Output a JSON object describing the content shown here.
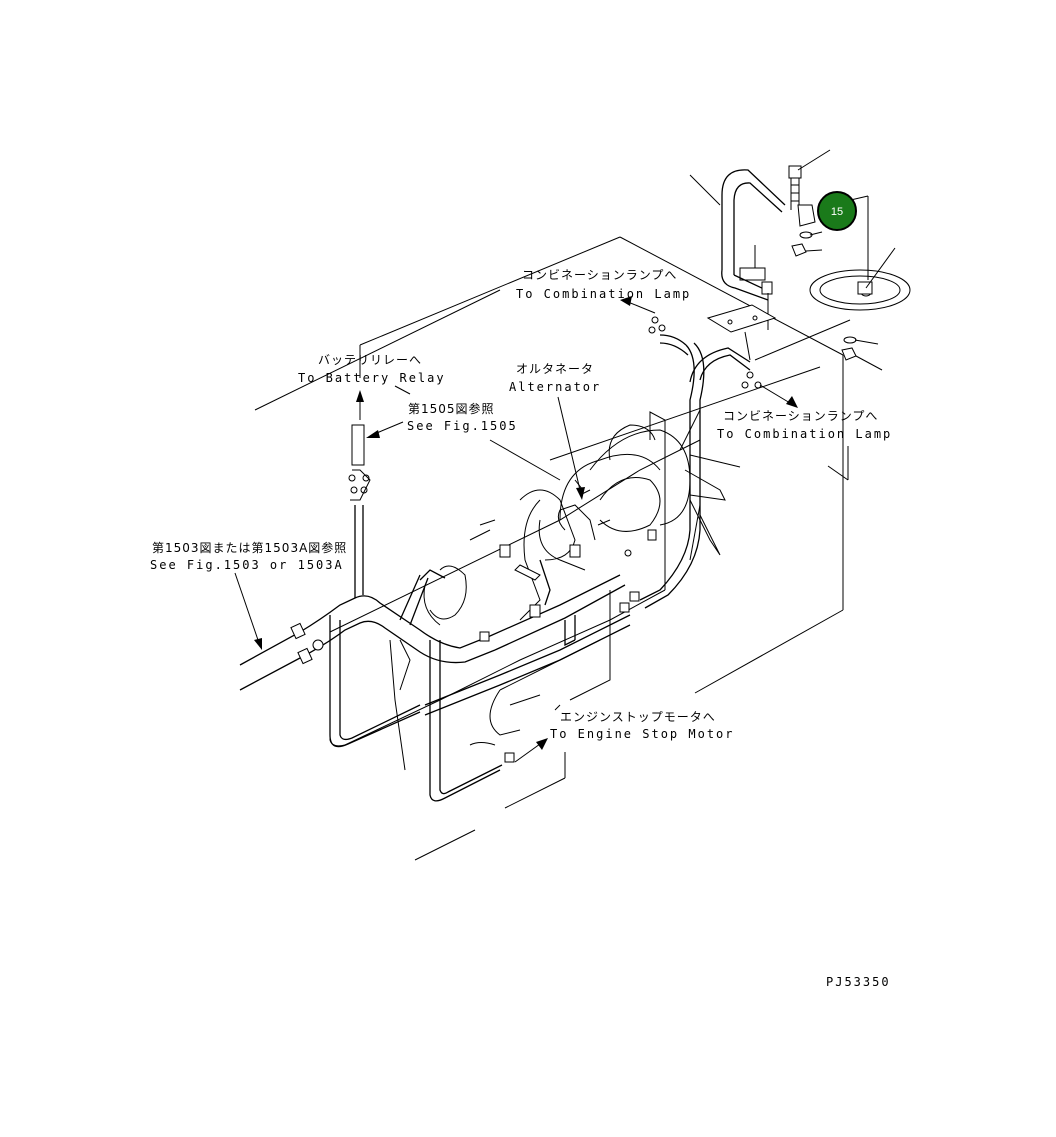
{
  "labels": {
    "combination_lamp_top_jp": "コンビネーションランプへ",
    "combination_lamp_top_en": "To Combination Lamp",
    "battery_relay_jp": "バッテリリレーへ",
    "battery_relay_en": "To Battery Relay",
    "alternator_jp": "オルタネータ",
    "alternator_en": "Alternator",
    "fig1505_jp": "第1505図参照",
    "fig1505_en": "See Fig.1505",
    "combination_lamp_right_jp": "コンビネーションランプへ",
    "combination_lamp_right_en": "To Combination Lamp",
    "fig1503_jp": "第1503図または第1503A図参照",
    "fig1503_en": "See Fig.1503 or 1503A",
    "engine_stop_jp": "エンジンストップモータへ",
    "engine_stop_en": "To Engine Stop Motor",
    "part_code": "PJ53350"
  },
  "badge": {
    "number": "15",
    "color": "#1a7a1a",
    "stroke": "#000000"
  }
}
